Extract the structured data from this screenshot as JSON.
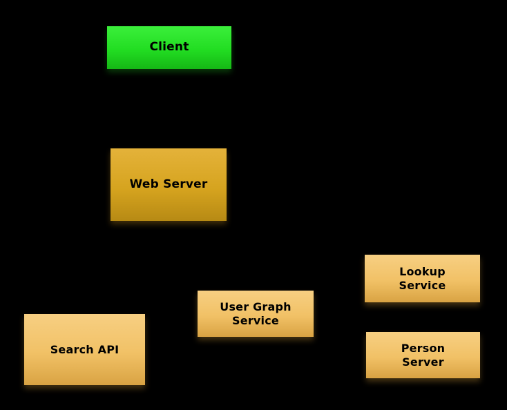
{
  "diagram": {
    "background_color": "#000000",
    "text_color": "#000000",
    "nodes": {
      "client": {
        "label": "Client",
        "color": "#22dd22"
      },
      "web_server": {
        "label": "Web Server",
        "color": "#d6a41f"
      },
      "search_api": {
        "label": "Search API",
        "color": "#f1c166"
      },
      "user_graph_service": {
        "label": "User Graph Service",
        "color": "#f1c166"
      },
      "lookup_service": {
        "label": "Lookup Service",
        "color": "#f1c166"
      },
      "person_server": {
        "label": "Person Server",
        "color": "#f1c166"
      }
    }
  }
}
